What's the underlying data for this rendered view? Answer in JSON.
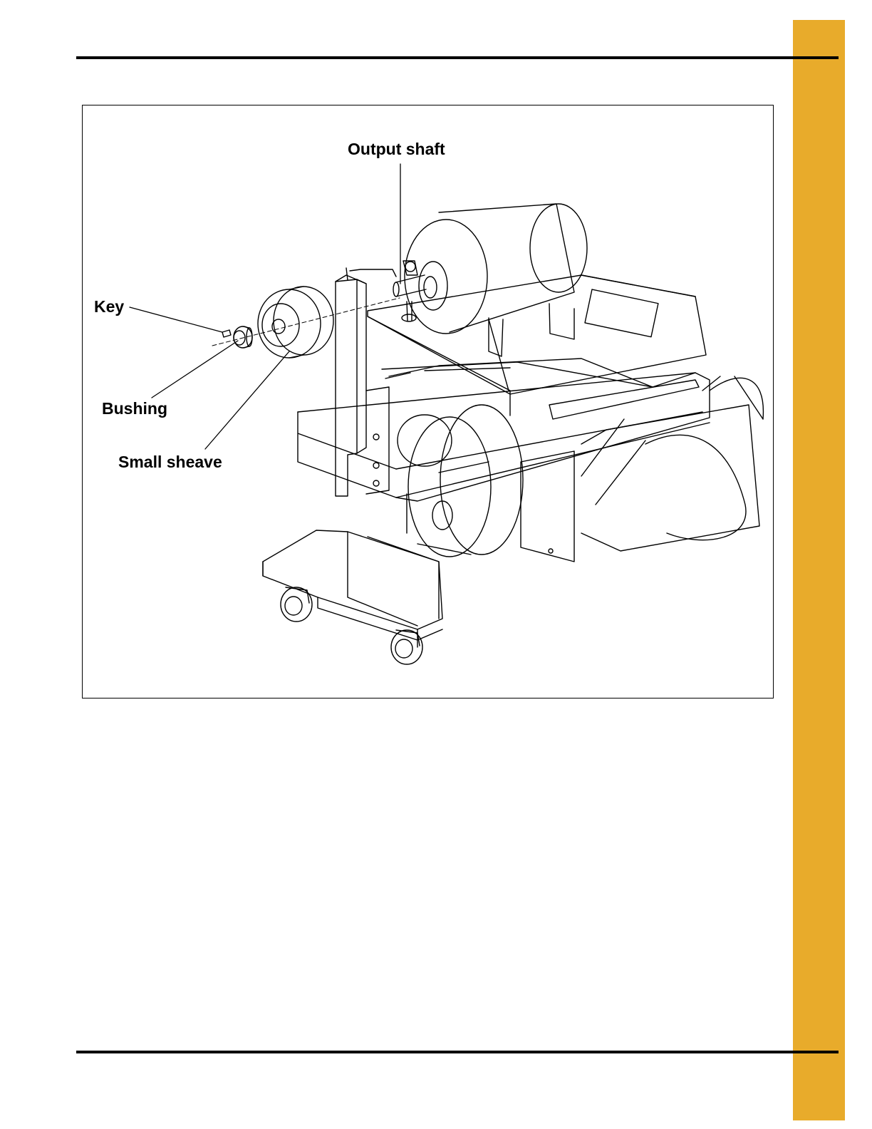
{
  "colors": {
    "accent_tab": "#e8ab2b",
    "rule": "#000000"
  },
  "figure": {
    "labels": {
      "output_shaft": "Output shaft",
      "key": "Key",
      "bushing": "Bushing",
      "small_sheave": "Small sheave"
    }
  }
}
